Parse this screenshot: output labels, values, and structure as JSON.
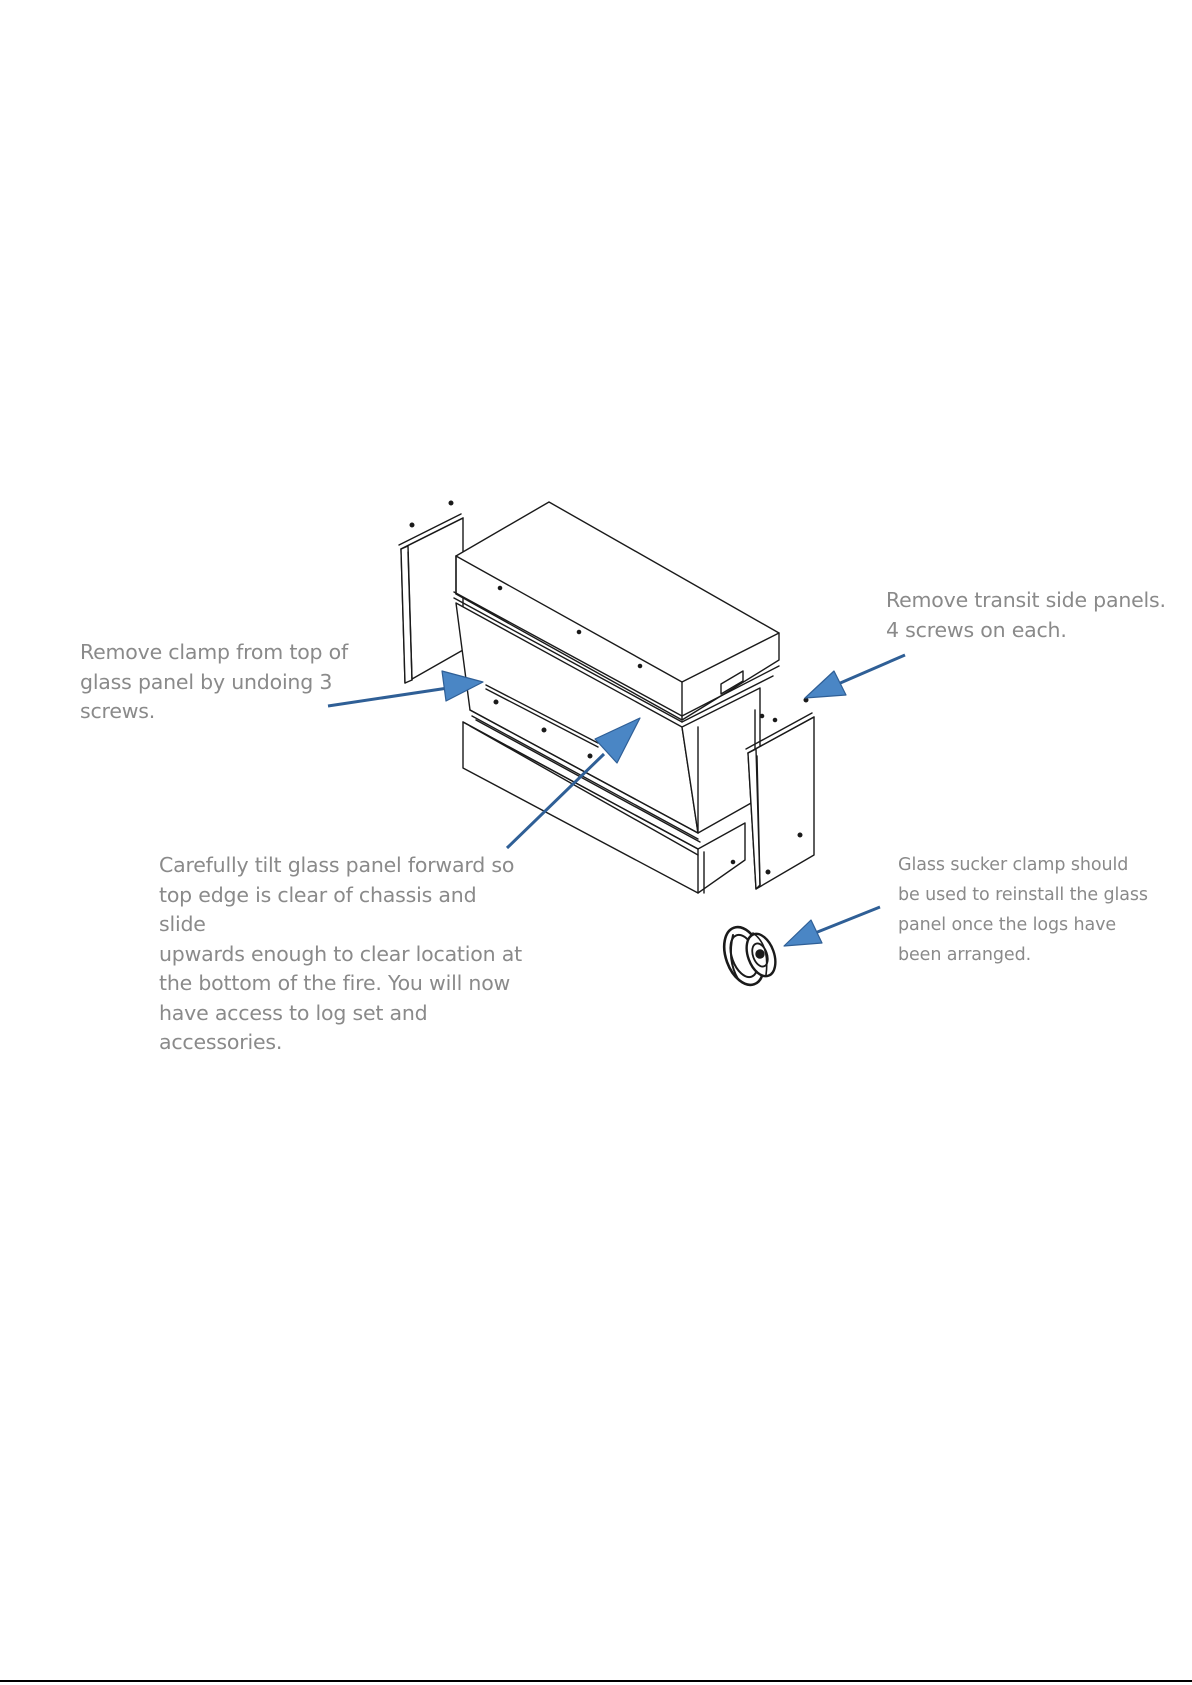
{
  "annotations": {
    "clamp": "Remove clamp from top of\nglass panel by undoing 3\nscrews.",
    "side_panels": "Remove transit side panels.\n4 screws on each.",
    "tilt": "Carefully tilt glass panel forward so\ntop edge is clear of chassis and slide\nupwards enough to clear location at\nthe bottom of the fire. You will now\nhave access to log set and\naccessories.",
    "sucker": "Glass sucker clamp should\nbe used to reinstall the glass\npanel once the logs have\nbeen arranged."
  },
  "colors": {
    "arrow_fill": "#4a86c5",
    "arrow_stroke": "#2f5f96",
    "line_art": "#1a1a1a",
    "note_text": "#8a8a8a"
  },
  "icons": [
    "fireplace-unit",
    "side-panel-left",
    "side-panel-right",
    "glass-sucker-clamp",
    "pointer-arrow"
  ]
}
